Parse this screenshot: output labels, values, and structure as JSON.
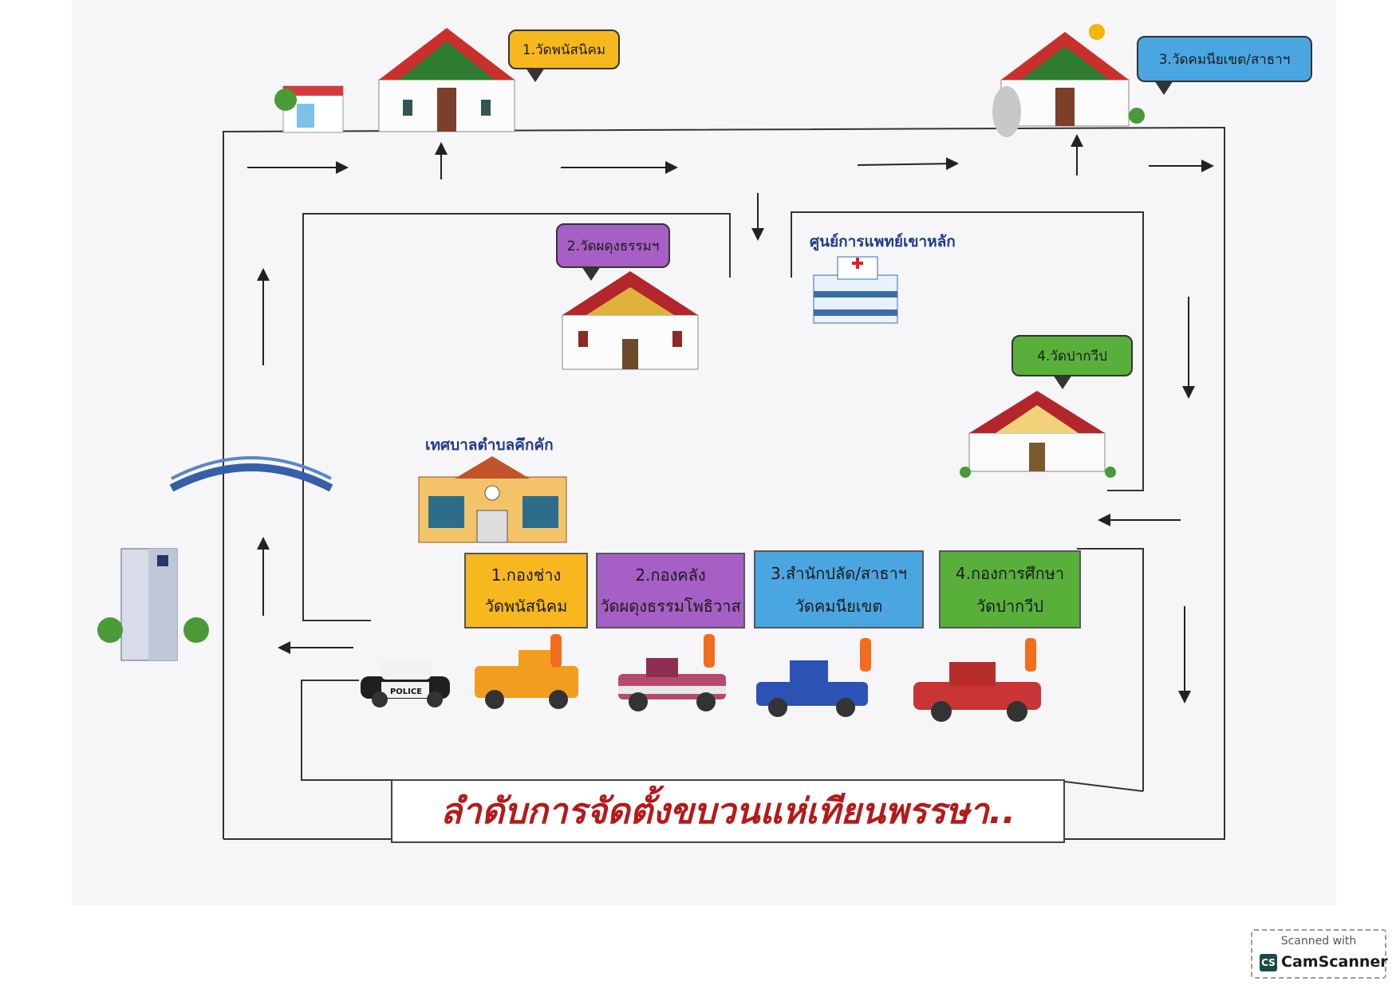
{
  "callouts": {
    "temple1": "1.วัดพนัสนิคม",
    "temple2": "2.วัดผดุงธรรมฯ",
    "temple3": "3.วัดคมนียเขต/สาธาฯ",
    "temple4": "4.วัดปากวีป"
  },
  "places": {
    "hospital": "ศูนย์การแพทย์เขาหลัก",
    "municipality": "เทศบาลตำบลคึกคัก"
  },
  "convoy_boxes": [
    {
      "line1": "1.กองช่าง",
      "line2": "วัดพนัสนิคม",
      "color": "#f6b71f"
    },
    {
      "line1": "2.กองคลัง",
      "line2": "วัดผดุงธรรมโพธิวาส",
      "color": "#a65fc4"
    },
    {
      "line1": "3.สำนักปลัด/สาธาฯ",
      "line2": "วัดคมนียเขต",
      "color": "#4aa6e0"
    },
    {
      "line1": "4.กองการศึกษา",
      "line2": "วัดปากวีป",
      "color": "#58b03a"
    }
  ],
  "police_car_text": "POLICE",
  "title": "ลำดับการจัดตั้งขบวนแห่เทียนพรรษา..",
  "scanner": {
    "line1": "Scanned with",
    "logo": "CS",
    "line2": "CamScanner"
  },
  "colors": {
    "title_red": "#b31b1b",
    "label_blue": "#1f3a8a",
    "road_line": "#333333"
  }
}
